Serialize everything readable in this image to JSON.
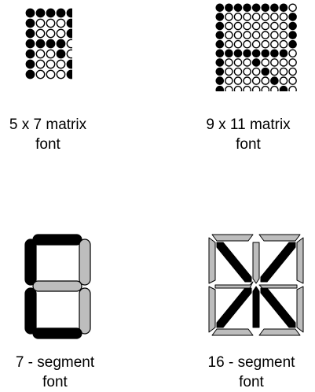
{
  "panels": [
    {
      "id": "matrix-5x7",
      "caption_line1": "5 x 7 matrix",
      "caption_line2": "font",
      "cols": 5,
      "rows": 7,
      "filled": [
        [
          1,
          1,
          1,
          1,
          1
        ],
        [
          1,
          0,
          0,
          0,
          1
        ],
        [
          1,
          0,
          0,
          0,
          1
        ],
        [
          1,
          1,
          1,
          1,
          0
        ],
        [
          1,
          0,
          0,
          1,
          0
        ],
        [
          1,
          0,
          0,
          0,
          1
        ],
        [
          1,
          0,
          0,
          0,
          1
        ]
      ]
    },
    {
      "id": "matrix-9x11",
      "caption_line1": "9 x 11 matrix",
      "caption_line2": "font",
      "cols": 9,
      "rows": 11,
      "filled": [
        [
          1,
          1,
          1,
          1,
          1,
          1,
          1,
          1,
          0
        ],
        [
          1,
          0,
          0,
          0,
          0,
          0,
          0,
          0,
          1
        ],
        [
          1,
          0,
          0,
          0,
          0,
          0,
          0,
          0,
          1
        ],
        [
          1,
          0,
          0,
          0,
          0,
          0,
          0,
          0,
          1
        ],
        [
          1,
          0,
          0,
          0,
          0,
          0,
          0,
          0,
          1
        ],
        [
          1,
          1,
          1,
          1,
          1,
          1,
          1,
          1,
          0
        ],
        [
          1,
          0,
          0,
          0,
          1,
          0,
          0,
          0,
          0
        ],
        [
          1,
          0,
          0,
          0,
          0,
          1,
          0,
          0,
          0
        ],
        [
          1,
          0,
          0,
          0,
          0,
          0,
          1,
          0,
          0
        ],
        [
          1,
          0,
          0,
          0,
          0,
          0,
          0,
          1,
          0
        ],
        [
          1,
          0,
          0,
          0,
          0,
          0,
          0,
          0,
          1
        ]
      ]
    },
    {
      "id": "segment-7",
      "caption_line1": "7 - segment",
      "caption_line2": "font",
      "segments_on": [
        "a",
        "f",
        "e",
        "d"
      ]
    },
    {
      "id": "segment-16",
      "caption_line1": "16 - segment",
      "caption_line2": "font",
      "segments_on": [
        "h",
        "k",
        "m",
        "l",
        "n"
      ]
    }
  ],
  "colors": {
    "on": "#000000",
    "off_fill": "#ffffff",
    "off_segment": "#bdbdbd",
    "stroke": "#000000"
  }
}
